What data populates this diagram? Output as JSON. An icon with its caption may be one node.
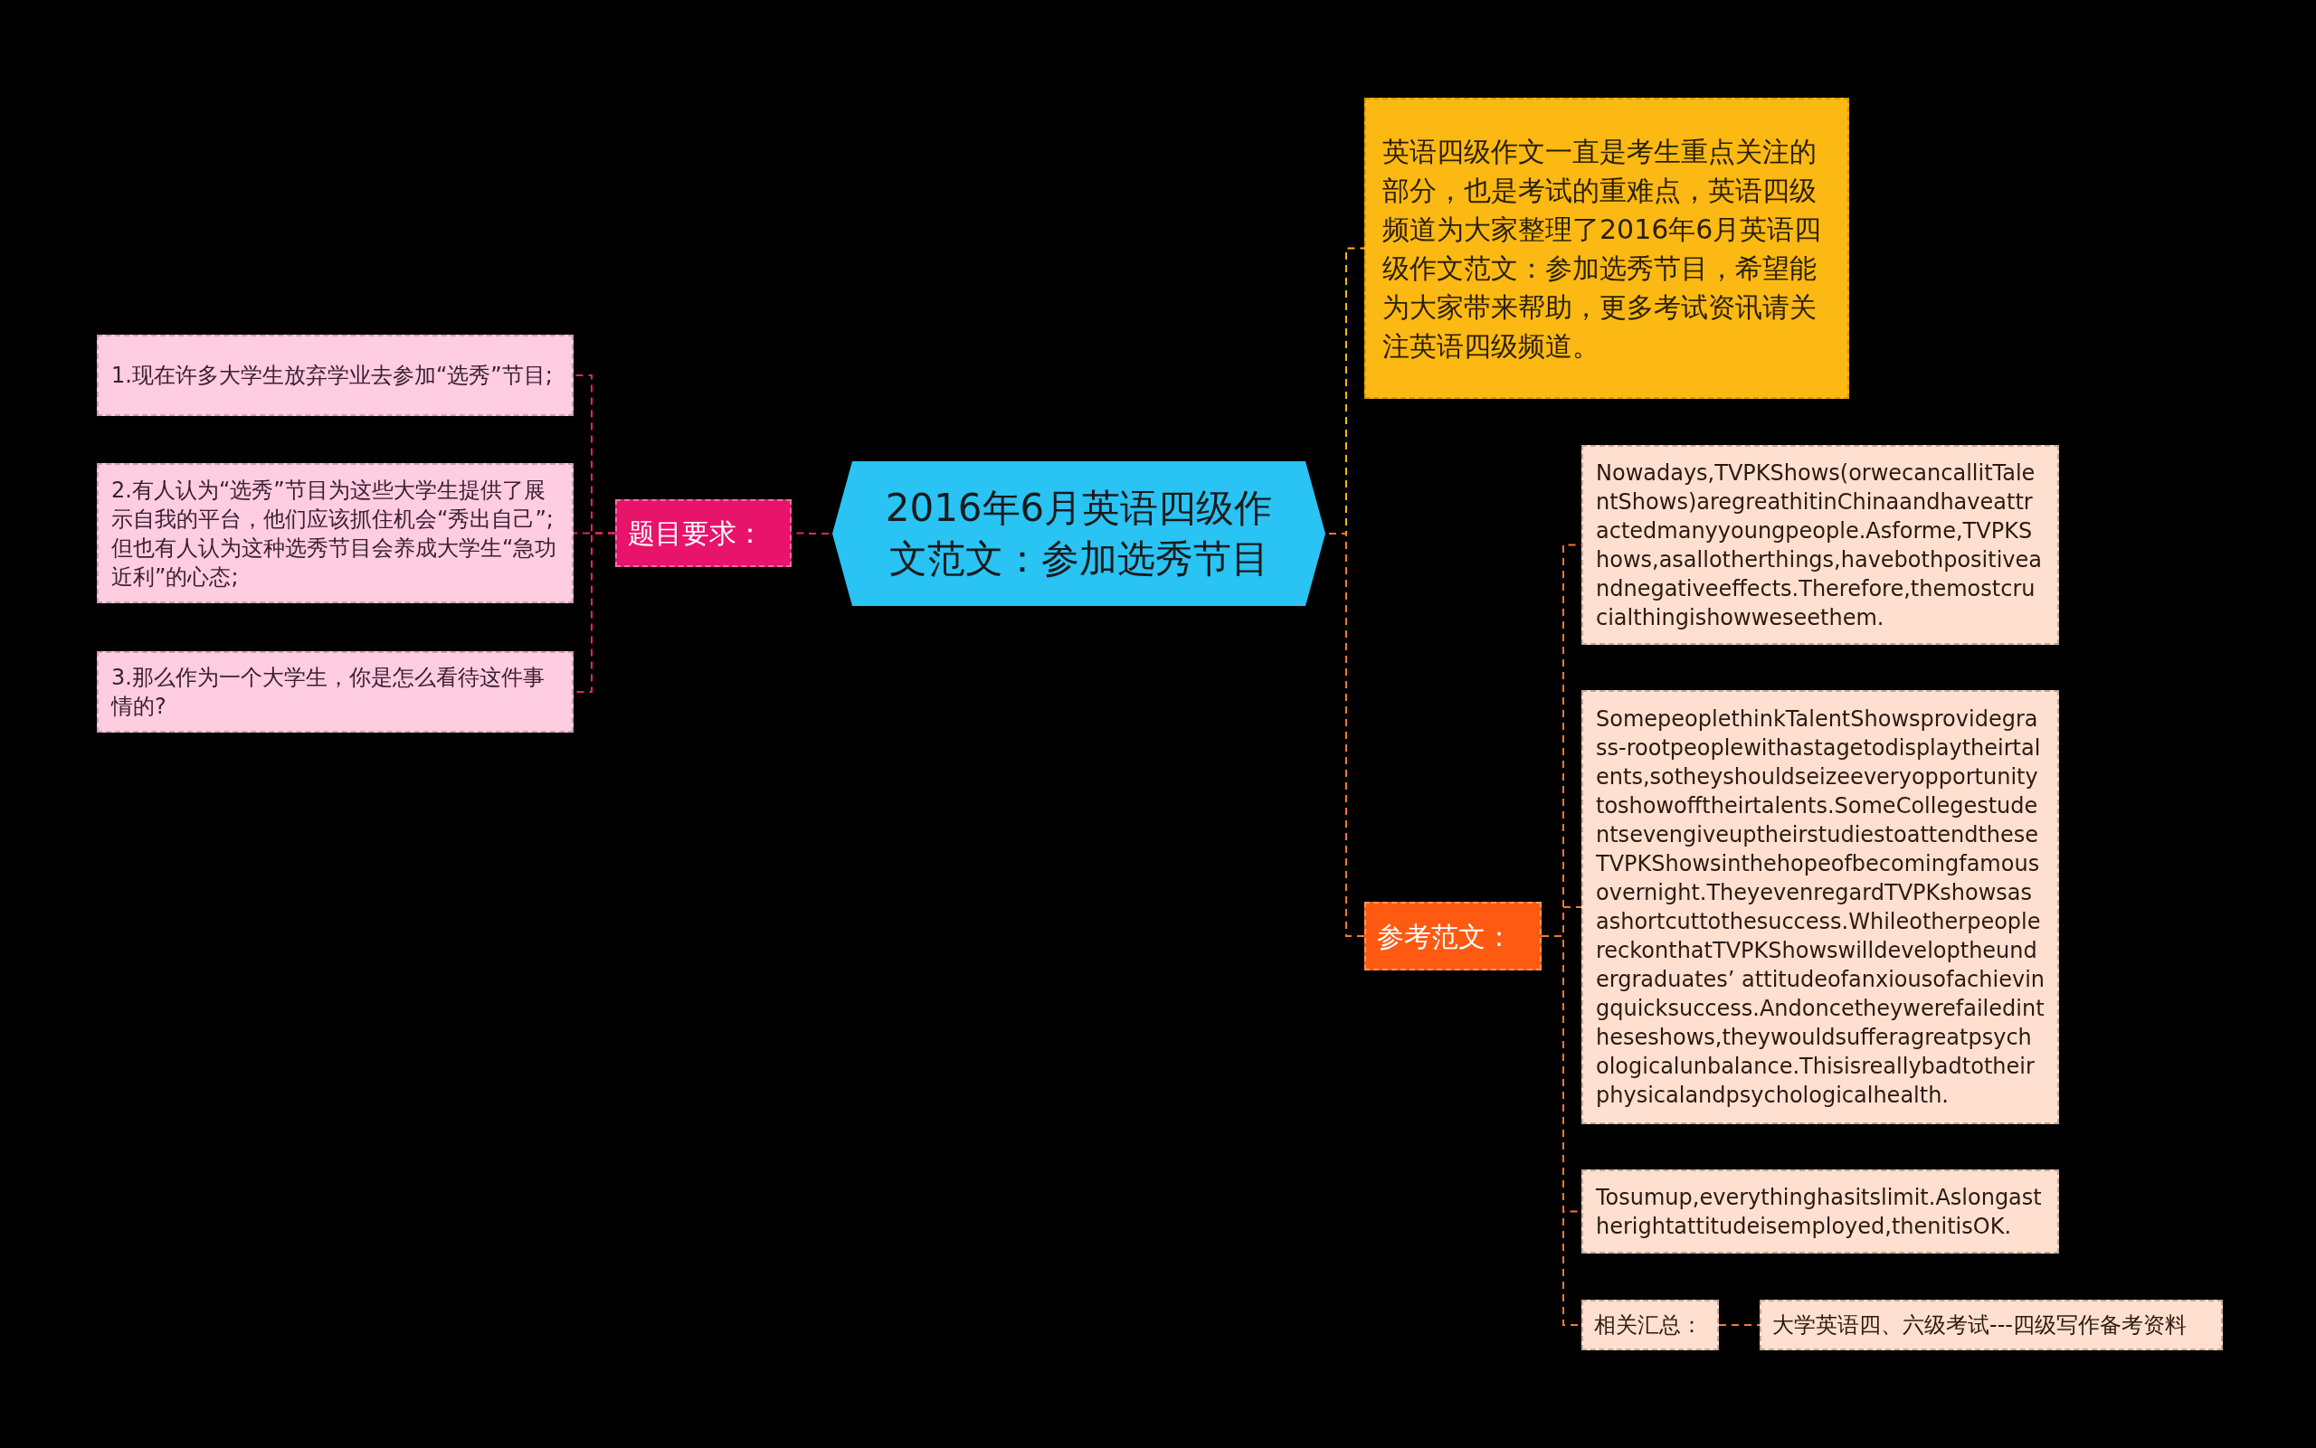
{
  "diagram": {
    "nodes": [
      {
        "text": [
          "2016年6月英语四级作文范文：参加选秀节目"
        ]
      },
      {
        "text": [
          "题目要求："
        ]
      },
      {
        "text": [
          "1.现在许多大学生放弃学业去参加“选秀”节目;"
        ]
      },
      {
        "text": [
          "2.有人认为“选秀”节目为这些大学生提供了展示自我的平台，他们应该抓住机会“秀出自己”;但也有人认为这种选秀节目会养成大学生“急功近利”的心态;"
        ]
      },
      {
        "text": [
          "3.那么作为一个大学生，你是怎么看待这件事情的?"
        ]
      },
      {
        "text": [
          "英语四级作文一直是考生重点关注的部分，也是考试的重难点，英语四级频道为大家整理了2016年6月英语四级作文范文：参加选秀节目，希望能为大家带来帮助，更多考试资讯请关注英语四级频道。"
        ]
      },
      {
        "text": [
          "参考范文："
        ]
      },
      {
        "text": [
          "Nowadays,TVPKShows(orwecancallitTalentShows)aregreathitinChinaandhaveattractedmanyyoungpeople.Asforme,TVPKShows,asallotherthings,havebothpositiveandnegativeeffects.Therefore,themostcrucialthingishowweseethem."
        ]
      },
      {
        "text": [
          "SomepeoplethinkTalentShowsprovidegrass-rootpeoplewithastagetodisplaytheirtalents,sotheyshouldseizeeveryopportunitytoshowofftheirtalents.SomeCollegestudentsevengiveuptheirstudiestoattendtheseTVPKShowsinthehopeofbecomingfamousovernight.TheyevenregardTVPKshowsasashortcuttothesuccess.WhileotherpeoplereckonthatTVPKShowswilldeveloptheundergraduates’ attitudeofanxiousofachievingquicksuccess.Andoncetheywerefailedintheseshows,theywouldsufferagreatpsychologicalunbalance.Thisisreallybadtotheirphysicalandpsychologicalhealth."
        ]
      },
      {
        "text": [
          "Tosumup,everythinghasitslimit.Aslongastherightattitudeisemployed,thenitisOK."
        ]
      },
      {
        "text": [
          "相关汇总："
        ]
      },
      {
        "text": [
          "大学英语四、六级考试---四级写作备考资料"
        ]
      }
    ],
    "edges": [
      {
        "from": 0,
        "to": 1,
        "arrow": "none",
        "style": "dashed",
        "color": "#e8245f"
      },
      {
        "from": 1,
        "to": 2,
        "arrow": "none",
        "style": "dashed",
        "color": "#e8245f"
      },
      {
        "from": 1,
        "to": 3,
        "arrow": "none",
        "style": "dashed",
        "color": "#e8245f"
      },
      {
        "from": 1,
        "to": 4,
        "arrow": "none",
        "style": "dashed",
        "color": "#e8245f"
      },
      {
        "from": 0,
        "to": 5,
        "arrow": "none",
        "style": "dashed",
        "color": "#fdb913"
      },
      {
        "from": 0,
        "to": 6,
        "arrow": "none",
        "style": "dashed"
      },
      {
        "from": 6,
        "to": 7,
        "arrow": "none",
        "style": "dashed"
      },
      {
        "from": 6,
        "to": 8,
        "arrow": "none",
        "style": "dashed"
      },
      {
        "from": 6,
        "to": 9,
        "arrow": "none",
        "style": "dashed"
      },
      {
        "from": 6,
        "to": 10,
        "arrow": "none",
        "style": "dashed"
      },
      {
        "from": 10,
        "to": 11,
        "arrow": "none",
        "style": "dashed"
      }
    ]
  }
}
